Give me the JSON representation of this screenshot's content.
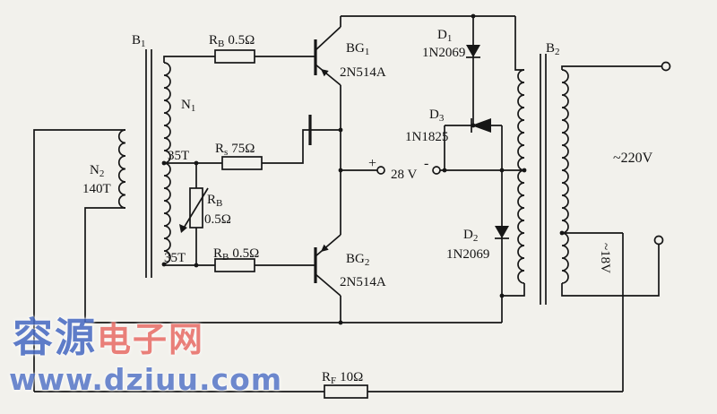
{
  "watermark": {
    "brand_left": "容源",
    "brand_right": "电子网",
    "url": "www.dziuu.com",
    "blue": "#4a6cc4",
    "red": "#e8706a"
  },
  "labels": {
    "b1": {
      "ref": "B",
      "sub": "1"
    },
    "b2": {
      "ref": "B",
      "sub": "2"
    },
    "n1": {
      "ref": "N",
      "sub": "1"
    },
    "n2": {
      "ref": "N",
      "sub": "2"
    },
    "n2_turns": "140T",
    "tap_upper": "35T",
    "tap_lower": "35T",
    "rb_top": {
      "ref": "R",
      "sub": "B",
      "value": "0.5Ω"
    },
    "rs": {
      "ref": "R",
      "sub": "s",
      "value": "75Ω"
    },
    "rb_mid": {
      "ref": "R",
      "sub": "B",
      "value": "0.5Ω"
    },
    "rb_bottom": {
      "ref": "R",
      "sub": "B",
      "value": "0.5Ω"
    },
    "rf": {
      "ref": "R",
      "sub": "F",
      "value": "10Ω"
    },
    "bg1": {
      "ref": "BG",
      "sub": "1",
      "part": "2N514A"
    },
    "bg2": {
      "ref": "BG",
      "sub": "2",
      "part": "2N514A"
    },
    "d1": {
      "ref": "D",
      "sub": "1",
      "part": "1N2069"
    },
    "d2": {
      "ref": "D",
      "sub": "2",
      "part": "1N2069"
    },
    "d3": {
      "ref": "D",
      "sub": "3",
      "part": "1N1825"
    },
    "supply_plus": "+",
    "supply_value": "28 V",
    "supply_minus": "-",
    "mains_voltage": "~220V",
    "aux_voltage": "~18V"
  }
}
